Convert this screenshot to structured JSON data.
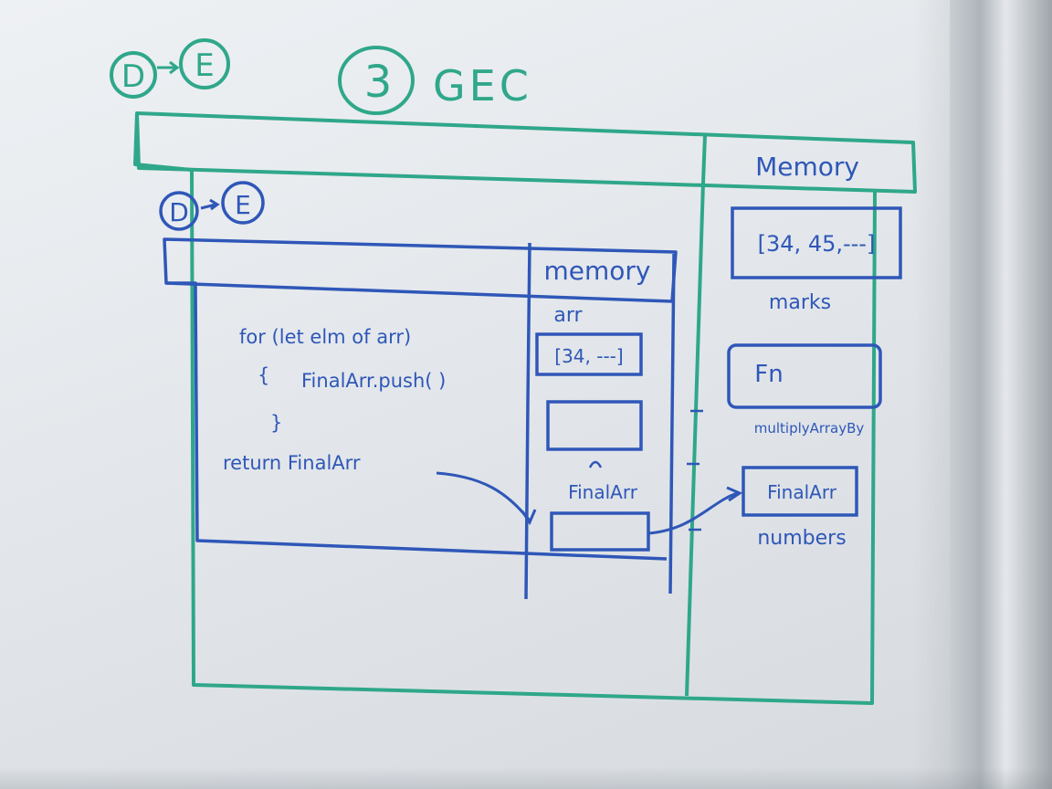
{
  "header": {
    "step_from": "D",
    "step_to": "E",
    "step_number": "3",
    "context_label": "GEC"
  },
  "outer_context": {
    "memory_title": "Memory",
    "marks_value": "[34, 45,---]",
    "marks_label": "marks",
    "fn_value": "Fn",
    "fn_label": "multiplyArrayBy",
    "numbers_value": "FinalArr",
    "numbers_label": "numbers"
  },
  "inner_context": {
    "step_from": "D",
    "step_to": "E",
    "memory_title": "memory",
    "arr_label": "arr",
    "arr_value": "[34, ---]",
    "finalarr_label": "FinalArr",
    "code": {
      "line1": "for (let elm of arr)",
      "line2_open": "{",
      "line2_body": "FinalArr.push( )",
      "line3_close": "}",
      "line4": "return FinalArr"
    }
  },
  "colors": {
    "green_marker": "#2fa78a",
    "blue_marker": "#2f57b8",
    "board": "#e6e9ec"
  }
}
